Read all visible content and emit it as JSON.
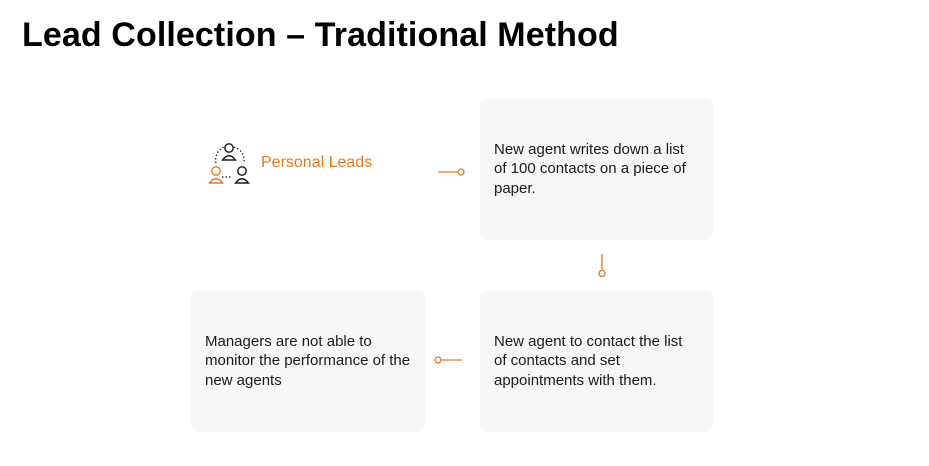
{
  "title": "Lead Collection – Traditional Method",
  "source": {
    "label": "Personal Leads",
    "icon": "people-network-icon"
  },
  "steps": [
    {
      "text": "New agent writes down a list of 100 contacts on a piece of paper."
    },
    {
      "text": "New agent to contact the list of contacts and set appointments with them."
    },
    {
      "text": "Managers are not able to monitor the performance of the new agents"
    }
  ],
  "colors": {
    "accent": "#e87722",
    "box_bg": "#f7f7f7",
    "text": "#1a1a1a"
  }
}
